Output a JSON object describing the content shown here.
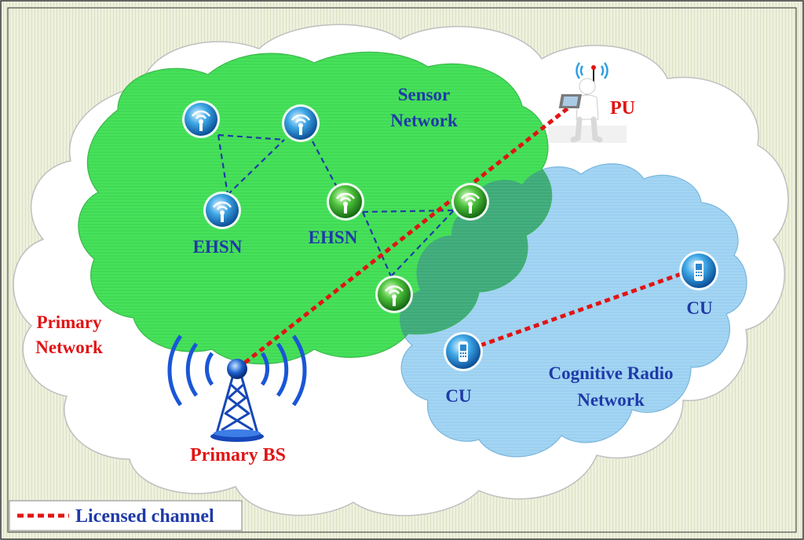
{
  "labels": {
    "sensor_network": [
      "Sensor",
      "Network"
    ],
    "primary_network": [
      "Primary",
      "Network"
    ],
    "cognitive_radio_network": [
      "Cognitive Radio",
      "Network"
    ],
    "ehsn_left": "EHSN",
    "ehsn_right": "EHSN",
    "pu": "PU",
    "cu_right": "CU",
    "cu_left": "CU",
    "primary_bs": "Primary BS"
  },
  "legend": {
    "licensed_channel": "Licensed channel"
  },
  "colors": {
    "background_hatch": "#e7ecd3",
    "sensor_cloud": "#44e65a",
    "crn_cloud": "#9fd3f2",
    "overlap": "#3fae7c",
    "red_label": "#e11414",
    "blue_label": "#1f3aa8",
    "licensed_channel": "#e11414",
    "sensor_links": "#1f3aa8"
  },
  "icons": [
    "wifi-node-blue-icon",
    "wifi-node-green-icon",
    "phone-icon",
    "tower-icon",
    "pu-laptop-person-icon"
  ]
}
